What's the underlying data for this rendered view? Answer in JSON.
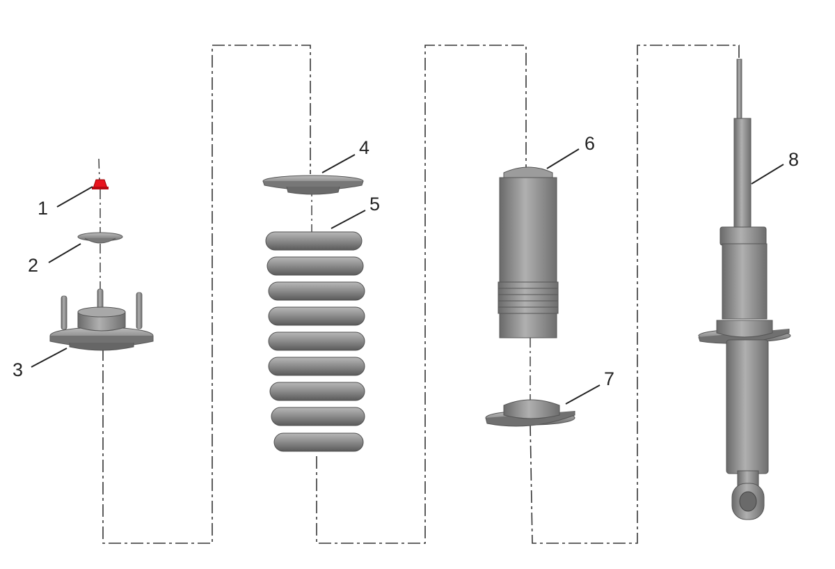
{
  "colors": {
    "part_body": "#8c8c8c",
    "part_light": "#b4b4b4",
    "part_dark": "#5e5e5e",
    "highlight_part": "#e8141e",
    "line": "#333333",
    "background": "#ffffff"
  },
  "callouts": [
    {
      "id": "1",
      "label": "1"
    },
    {
      "id": "2",
      "label": "2"
    },
    {
      "id": "3",
      "label": "3"
    },
    {
      "id": "4",
      "label": "4"
    },
    {
      "id": "5",
      "label": "5"
    },
    {
      "id": "6",
      "label": "6"
    },
    {
      "id": "7",
      "label": "7"
    },
    {
      "id": "8",
      "label": "8"
    }
  ]
}
